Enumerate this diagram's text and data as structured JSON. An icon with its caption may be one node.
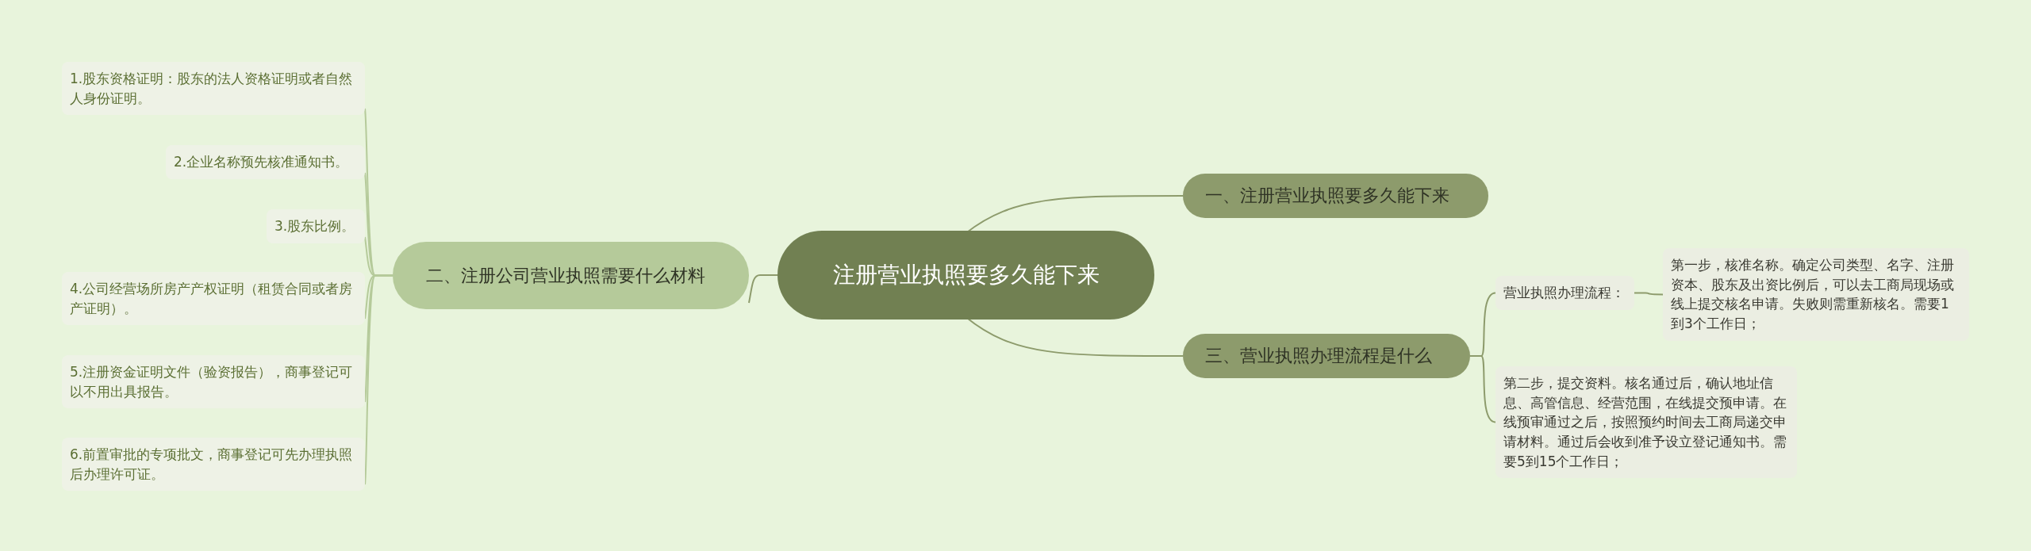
{
  "diagram": {
    "nodes": [
      {
        "text": [
          "注册营业执照要多久能下来"
        ]
      },
      {
        "text": [
          "一、注册营业执照要多久能下来"
        ]
      },
      {
        "text": [
          "二、注册公司营业执照需要什么材料"
        ]
      },
      {
        "text": [
          "1.股东资格证明：股东的法人资格证明或者自然人身份证明。"
        ]
      },
      {
        "text": [
          "2.企业名称预先核准通知书。"
        ]
      },
      {
        "text": [
          "3.股东比例。"
        ]
      },
      {
        "text": [
          "4.公司经营场所房产产权证明（租赁合同或者房产证明）。"
        ]
      },
      {
        "text": [
          "5.注册资金证明文件（验资报告），商事登记可以不用出具报告。"
        ]
      },
      {
        "text": [
          "6.前置审批的专项批文，商事登记可先办理执照后办理许可证。"
        ]
      },
      {
        "text": [
          "三、营业执照办理流程是什么"
        ]
      },
      {
        "text": [
          "营业执照办理流程："
        ]
      },
      {
        "text": [
          "第一步，核准名称。确定公司类型、名字、注册资本、股东及出资比例后，可以去工商局现场或线上提交核名申请。失败则需重新核名。需要1到3个工作日；"
        ]
      },
      {
        "text": [
          "第二步，提交资料。核名通过后，确认地址信息、高管信息、经营范围，在线提交预申请。在线预审通过之后，按照预约时间去工商局递交申请材料。通过后会收到准予设立登记通知书。需要5到15个工作日；"
        ]
      }
    ],
    "edges": [
      {
        "from": 0,
        "to": 1,
        "arrow": "none"
      },
      {
        "from": 0,
        "to": 2,
        "arrow": "none"
      },
      {
        "from": 2,
        "to": 3,
        "arrow": "none"
      },
      {
        "from": 2,
        "to": 4,
        "arrow": "none"
      },
      {
        "from": 2,
        "to": 5,
        "arrow": "none"
      },
      {
        "from": 2,
        "to": 6,
        "arrow": "none"
      },
      {
        "from": 2,
        "to": 7,
        "arrow": "none"
      },
      {
        "from": 2,
        "to": 8,
        "arrow": "none"
      },
      {
        "from": 0,
        "to": 9,
        "arrow": "none"
      },
      {
        "from": 9,
        "to": 10,
        "arrow": "none"
      },
      {
        "from": 9,
        "to": 12,
        "arrow": "none"
      },
      {
        "from": 10,
        "to": 11,
        "arrow": "none"
      }
    ]
  }
}
